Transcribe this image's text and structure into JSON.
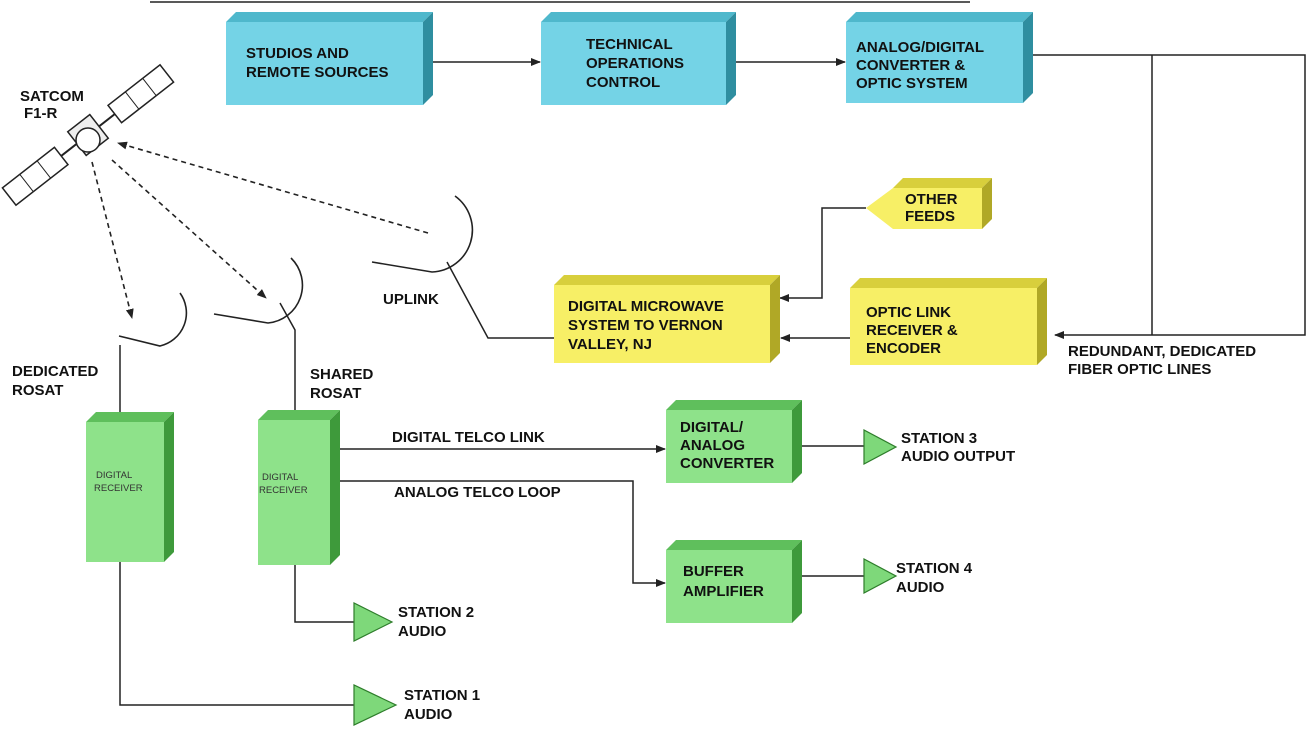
{
  "satellite": {
    "line1": "SATCOM",
    "line2": "F1-R"
  },
  "blocks": {
    "studios": [
      "STUDIOS AND",
      "REMOTE SOURCES"
    ],
    "tech_ops": [
      "TECHNICAL",
      "OPERATIONS",
      "CONTROL"
    ],
    "converter": [
      "ANALOG/DIGITAL",
      "CONVERTER &",
      "OPTIC SYSTEM"
    ],
    "other_feeds": [
      "OTHER",
      "FEEDS"
    ],
    "microwave": [
      "DIGITAL MICROWAVE",
      "SYSTEM TO VERNON",
      "VALLEY, NJ"
    ],
    "optic_link": [
      "OPTIC LINK",
      "RECEIVER &",
      "ENCODER"
    ],
    "da_converter": [
      "DIGITAL/",
      "ANALOG",
      "CONVERTER"
    ],
    "buffer": [
      "BUFFER",
      "AMPLIFIER"
    ],
    "receiver1": [
      "DIGITAL",
      "RECEIVER"
    ],
    "receiver2": [
      "DIGITAL",
      "RECEIVER"
    ]
  },
  "labels": {
    "uplink": "UPLINK",
    "dedicated_rosat": [
      "DEDICATED",
      "ROSAT"
    ],
    "shared_rosat": [
      "SHARED",
      "ROSAT"
    ],
    "fiber": [
      "REDUNDANT, DEDICATED",
      "FIBER OPTIC LINES"
    ],
    "digital_telco": "DIGITAL TELCO LINK",
    "analog_telco": "ANALOG TELCO LOOP"
  },
  "outputs": {
    "station1": [
      "STATION 1",
      "AUDIO"
    ],
    "station2": [
      "STATION 2",
      "AUDIO"
    ],
    "station3": [
      "STATION 3",
      "AUDIO OUTPUT"
    ],
    "station4": [
      "STATION 4",
      "AUDIO"
    ]
  },
  "colors": {
    "cyan": "#74d3e6",
    "yellow": "#f7ef66",
    "green": "#8ee28a"
  }
}
